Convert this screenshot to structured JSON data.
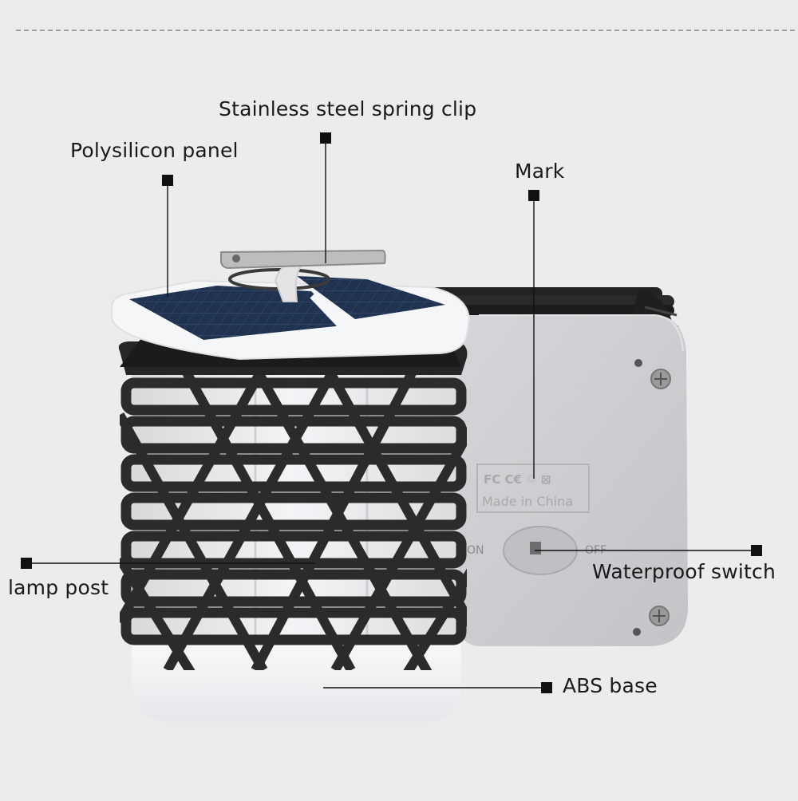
{
  "callouts": {
    "spring_clip": "Stainless steel spring clip",
    "panel": "Polysilicon panel",
    "mark": "Mark",
    "lamp_post": "lamp post",
    "switch": "Waterproof switch",
    "base": "ABS base"
  },
  "product_marks": {
    "cert": "FC C€ ♲ ⊠",
    "origin": "Made in China",
    "switch_on": "ON",
    "switch_off": "OFF"
  },
  "colors": {
    "background": "#ececec",
    "cage": "#2b2b2b",
    "base": "#f1f2f4",
    "back_housing": "#cdced1",
    "solar_cell": "#1f3250",
    "leader_line": "#111111"
  }
}
